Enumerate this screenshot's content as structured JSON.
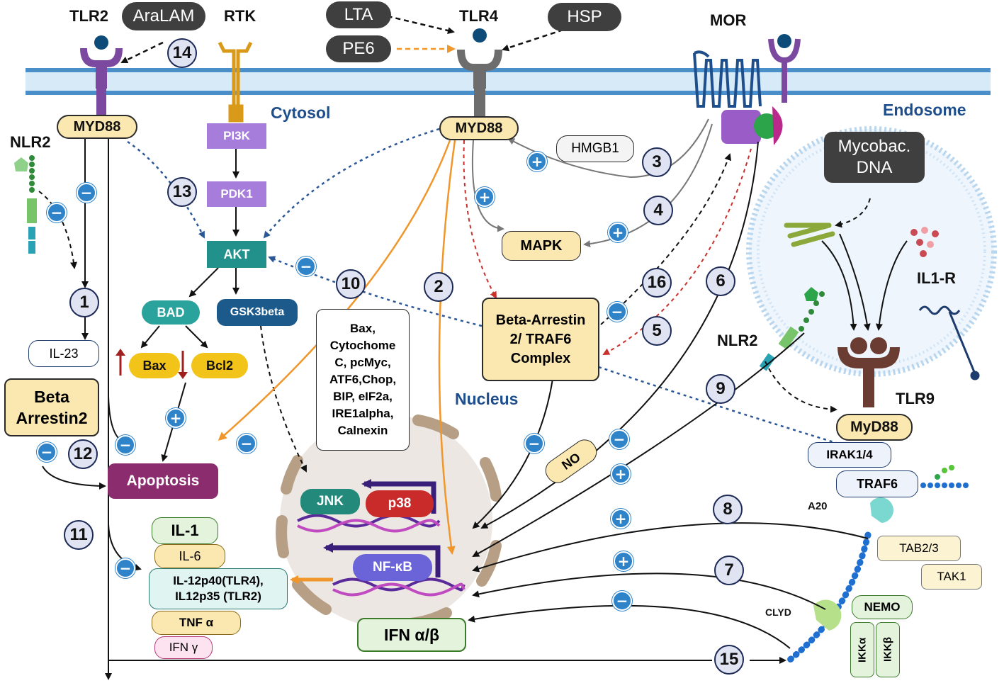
{
  "receptors": {
    "tlr2": "TLR2",
    "rtk": "RTK",
    "tlr4": "TLR4",
    "mor": "MOR",
    "tlr9": "TLR9",
    "nlr2_top": "NLR2",
    "nlr2_right": "NLR2",
    "il1r": "IL1-R"
  },
  "ligands": {
    "aralam": "AraLAM",
    "lta": "LTA",
    "pe6": "PE6",
    "hsp": "HSP",
    "myco": "Mycobac. DNA"
  },
  "compartments": {
    "cytosol": "Cytosol",
    "endosome": "Endosome",
    "nucleus": "Nucleus"
  },
  "adapters": {
    "myd88_left": "MYD88",
    "myd88_mid": "MYD88",
    "myd88_right": "MyD88",
    "irak": "IRAK1/4",
    "traf6": "TRAF6",
    "tab23": "TAB2/3",
    "tak1": "TAK1",
    "nemo": "NEMO",
    "ikka": "IKKα",
    "ikkb": "IKKβ",
    "a20": "A20",
    "clyd": "CLYD"
  },
  "pathway": {
    "pi3k": "PI3K",
    "pdk1": "PDK1",
    "akt": "AKT",
    "bad": "BAD",
    "gsk3": "GSK3beta",
    "bax": "Bax",
    "bcl2": "Bcl2",
    "mapk": "MAPK",
    "hmgb1": "HMGB1",
    "beta_arrestin_complex": "Beta-Arrestin 2/ TRAF6 Complex",
    "beta_arrestin2": "Beta Arrestin2",
    "il23": "IL-23",
    "apoptosis": "Apoptosis",
    "no": "NO",
    "stress_list": "Bax, Cytochome C, pcMyc, ATF6,Chop, BIP, eIF2a, IRE1alpha, Calnexin"
  },
  "nuclear": {
    "jnk": "JNK",
    "p38": "p38",
    "nfkb": "NF-κB",
    "ifn": "IFN α/β"
  },
  "cytokines": {
    "il1": "IL-1",
    "il6": "IL-6",
    "il12": "IL-12p40(TLR4), IL12p35 (TLR2)",
    "tnf": "TNF α",
    "ifng": "IFN γ"
  },
  "steps": [
    "1",
    "2",
    "3",
    "4",
    "5",
    "6",
    "7",
    "8",
    "9",
    "10",
    "11",
    "12",
    "13",
    "14",
    "15",
    "16"
  ],
  "signs": {
    "plus": "+",
    "minus": "−"
  },
  "colors": {
    "membrane": "#4a8fc9",
    "receptor_purple": "#7b4aa0",
    "tlr4_gray": "#6d6d6d",
    "akt_teal": "#22918c",
    "pi3k_purple": "#a77ddb",
    "bad_teal": "#29a39b",
    "gsk_navy": "#1d5a8c",
    "apoptosis": "#8a2c6e",
    "orange_arrow": "#f0962a",
    "red_dash": "#c9302c",
    "blue_dash": "#2b5797",
    "badge": "#2f83c9"
  }
}
